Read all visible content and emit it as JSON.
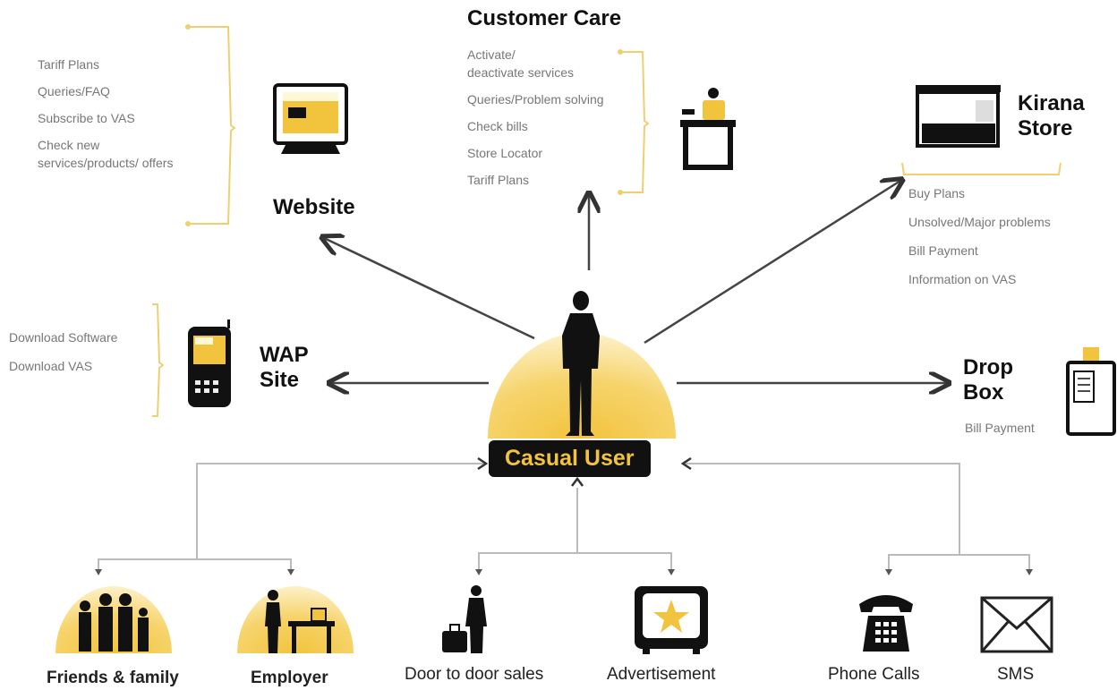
{
  "center": {
    "label": "Casual User"
  },
  "website": {
    "title": "Website",
    "items": [
      "Tariff Plans",
      "Queries/FAQ",
      "Subscribe to VAS",
      "Check new",
      "services/products/ offers"
    ]
  },
  "customer_care": {
    "title": "Customer Care",
    "items": [
      "Activate/",
      "deactivate services",
      "Queries/Problem solving",
      "Check bills",
      "Store Locator",
      "Tariff Plans"
    ]
  },
  "kirana": {
    "title_line1": "Kirana",
    "title_line2": "Store",
    "items": [
      "Buy Plans",
      "Unsolved/Major problems",
      "Bill Payment",
      "Information on VAS"
    ]
  },
  "wap": {
    "title_line1": "WAP",
    "title_line2": "Site",
    "items": [
      "Download Software",
      "Download VAS"
    ]
  },
  "dropbox": {
    "title_line1": "Drop",
    "title_line2": "Box",
    "items": [
      "Bill Payment"
    ]
  },
  "sources": {
    "friends": "Friends & family",
    "employer": "Employer",
    "door": "Door to door sales",
    "advert": "Advertisement",
    "phone": "Phone Calls",
    "sms": "SMS"
  },
  "colors": {
    "accent": "#f2c33c",
    "accent_light": "#f8e3a0",
    "dark": "#111111",
    "line": "#555555",
    "gray_line": "#bbbbbb"
  }
}
